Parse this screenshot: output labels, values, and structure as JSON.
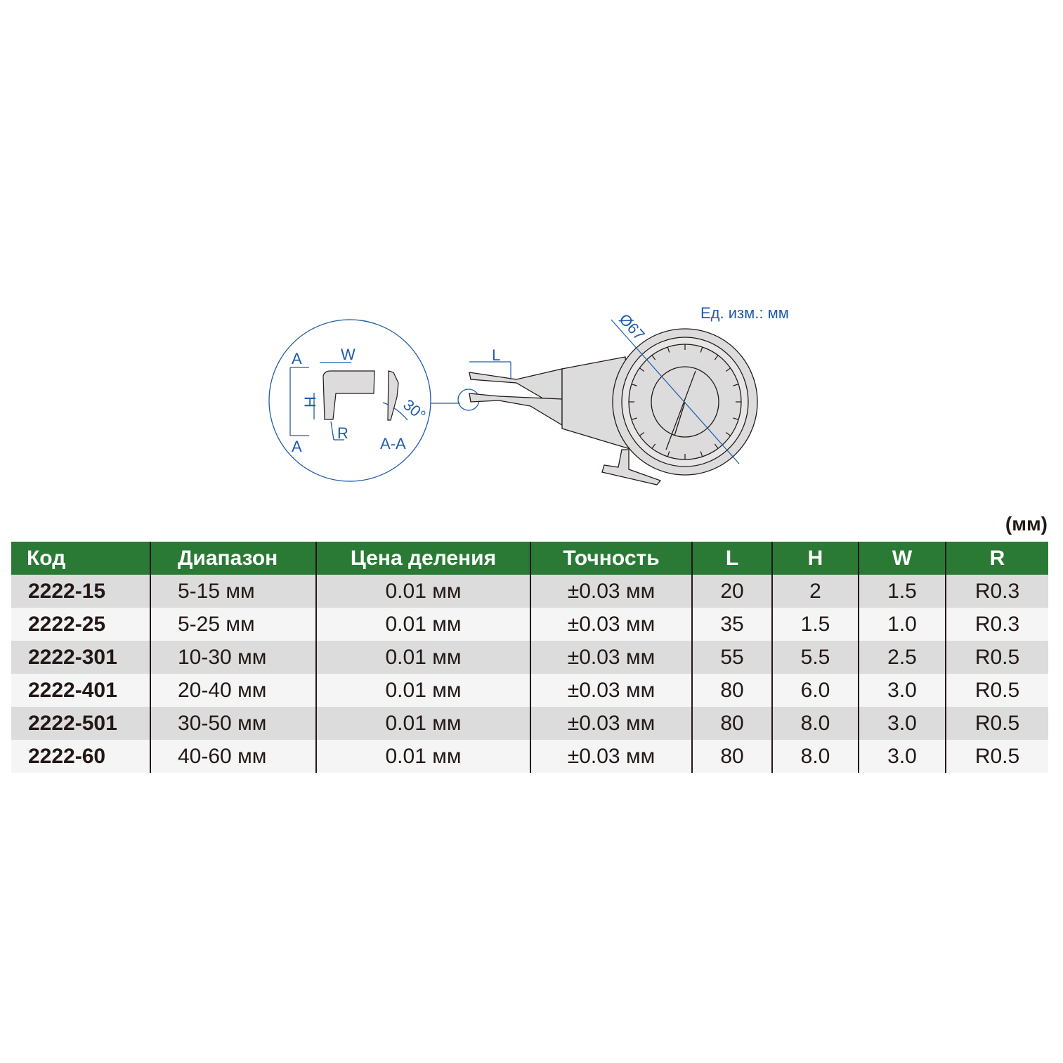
{
  "diagram": {
    "unit_note": "Ед. изм.: мм",
    "diameter_label": "Ø67",
    "labels": {
      "A_top": "A",
      "A_bottom": "A",
      "W": "W",
      "H": "H",
      "R": "R",
      "section": "A-A",
      "angle": "30°",
      "L": "L"
    },
    "line_color": "#1f5bab"
  },
  "table": {
    "unit": "(мм)",
    "header_color": "#2a7a36",
    "columns": [
      "Код",
      "Диапазон",
      "Цена деления",
      "Точность",
      "L",
      "H",
      "W",
      "R"
    ],
    "rows": [
      [
        "2222-15",
        "5-15 мм",
        "0.01 мм",
        "±0.03 мм",
        "20",
        "2",
        "1.5",
        "R0.3"
      ],
      [
        "2222-25",
        "5-25 мм",
        "0.01 мм",
        "±0.03 мм",
        "35",
        "1.5",
        "1.0",
        "R0.3"
      ],
      [
        "2222-301",
        "10-30 мм",
        "0.01 мм",
        "±0.03 мм",
        "55",
        "5.5",
        "2.5",
        "R0.5"
      ],
      [
        "2222-401",
        "20-40 мм",
        "0.01 мм",
        "±0.03 мм",
        "80",
        "6.0",
        "3.0",
        "R0.5"
      ],
      [
        "2222-501",
        "30-50 мм",
        "0.01 мм",
        "±0.03 мм",
        "80",
        "8.0",
        "3.0",
        "R0.5"
      ],
      [
        "2222-60",
        "40-60 мм",
        "0.01 мм",
        "±0.03 мм",
        "80",
        "8.0",
        "3.0",
        "R0.5"
      ]
    ]
  }
}
